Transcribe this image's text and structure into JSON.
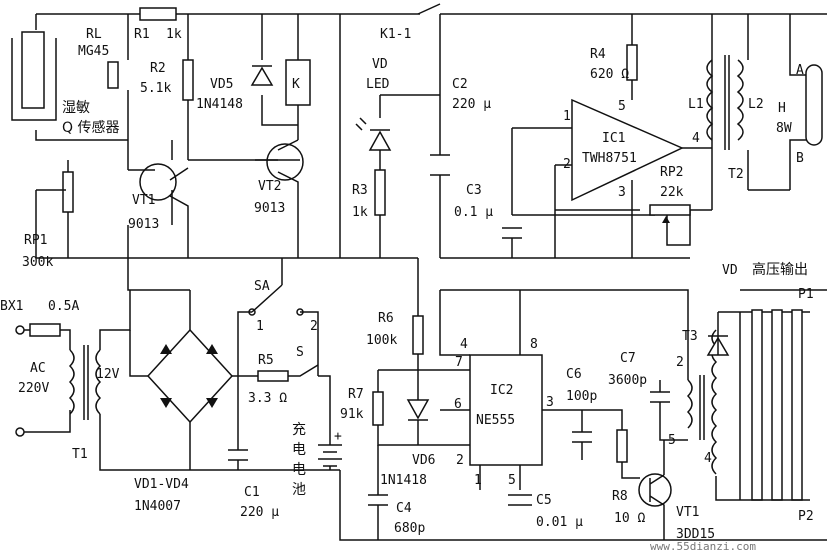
{
  "sensor": {
    "rl": "RL",
    "rl_model": "MG45",
    "r1": "R1",
    "r1_val": "1k",
    "r2": "R2",
    "r2_val": "5.1k",
    "label_line1": "湿敏",
    "label_line2": "Q 传感器",
    "rp1": "RP1",
    "rp1_val": "300k"
  },
  "relay": {
    "vd5": "VD5",
    "vd5_model": "1N4148",
    "k": "K",
    "k1": "K1-1",
    "vt1": "VT1",
    "vt1_model": "9013",
    "vt2": "VT2",
    "vt2_model": "9013"
  },
  "amp": {
    "vd": "VD",
    "led": "LED",
    "c2": "C2",
    "c2_val": "220 μ",
    "r3": "R3",
    "r3_val": "1k",
    "c3": "C3",
    "c3_val": "0.1 μ",
    "r4": "R4",
    "r4_val": "620 Ω",
    "ic1": "IC1",
    "ic1_model": "TWH8751",
    "pin1": "1",
    "pin2": "2",
    "pin3": "3",
    "pin4": "4",
    "pin5": "5",
    "rp2": "RP2",
    "rp2_val": "22k"
  },
  "lamp": {
    "l1": "L1",
    "l2": "L2",
    "t2": "T2",
    "h": "H",
    "h_power": "8W",
    "a": "A",
    "b": "B"
  },
  "power": {
    "bx1": "BX1",
    "fuse": "0.5A",
    "ac": "AC",
    "ac_v": "220V",
    "sec": "12V",
    "t1": "T1",
    "bridge": "VD1-VD4",
    "bridge_model": "1N4007",
    "c1": "C1",
    "c1_val": "220 μ",
    "sa": "SA",
    "sa1": "1",
    "sa2": "2",
    "r5": "R5",
    "r5_val": "3.3 Ω",
    "s": "S",
    "battery": [
      "充",
      "电",
      "电",
      "池"
    ],
    "plus": "+"
  },
  "osc": {
    "r6": "R6",
    "r6_val": "100k",
    "r7": "R7",
    "r7_val": "91k",
    "vd6": "VD6",
    "vd6_model": "1N1418",
    "ic2": "IC2",
    "ic2_model": "NE555",
    "p4": "4",
    "p8": "8",
    "p7": "7",
    "p6": "6",
    "p2": "2",
    "p1": "1",
    "p5": "5",
    "p3": "3",
    "c4": "C4",
    "c4_val": "680p",
    "c5": "C5",
    "c5_val": "0.01 μ",
    "c6": "C6",
    "c6_val": "100p",
    "c7": "C7",
    "c7_val": "3600p",
    "r8": "R8",
    "r8_val": "10 Ω",
    "vt1b": "VT1",
    "vt1b_model": "3DD15"
  },
  "hv": {
    "vd": "VD",
    "title": "高压输出",
    "t3": "T3",
    "n2": "2",
    "n5": "5",
    "n4": "4",
    "p1": "P1",
    "p2": "P2"
  },
  "watermark": "www.55dianzi.com"
}
